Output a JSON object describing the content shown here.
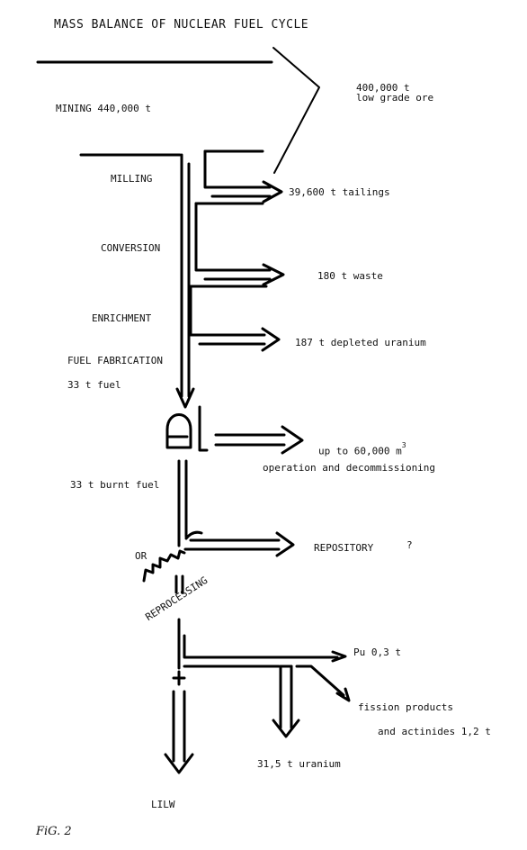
{
  "title": "MASS BALANCE OF NUCLEAR FUEL CYCLE",
  "stages": {
    "mining": "MINING 440,000 t",
    "milling": "MILLING",
    "conversion": "CONVERSION",
    "enrichment": "ENRICHMENT",
    "fuel_fabrication": "FUEL FABRICATION",
    "fuel": "33 t fuel",
    "burnt_fuel": "33 t burnt fuel",
    "or": "OR",
    "reprocessing": "REPROCESSING"
  },
  "outputs": {
    "ore_amount": "400,000 t",
    "ore_label": "low grade ore",
    "tailings": "39,600 t tailings",
    "waste": "180 t waste",
    "depleted_uranium": "187 t depleted uranium",
    "reactor_waste_amount": "up to 60,000 m",
    "reactor_waste_exp": "3",
    "reactor_waste_label": "operation and decommissioning",
    "repository": "REPOSITORY",
    "repository_mark": "?",
    "pu": "Pu  0,3 t",
    "fission_1": "fission products",
    "fission_2": "and actinides  1,2 t",
    "uranium": "31,5 t uranium",
    "lilw": "LILW"
  },
  "figure_label": "FiG. 2"
}
